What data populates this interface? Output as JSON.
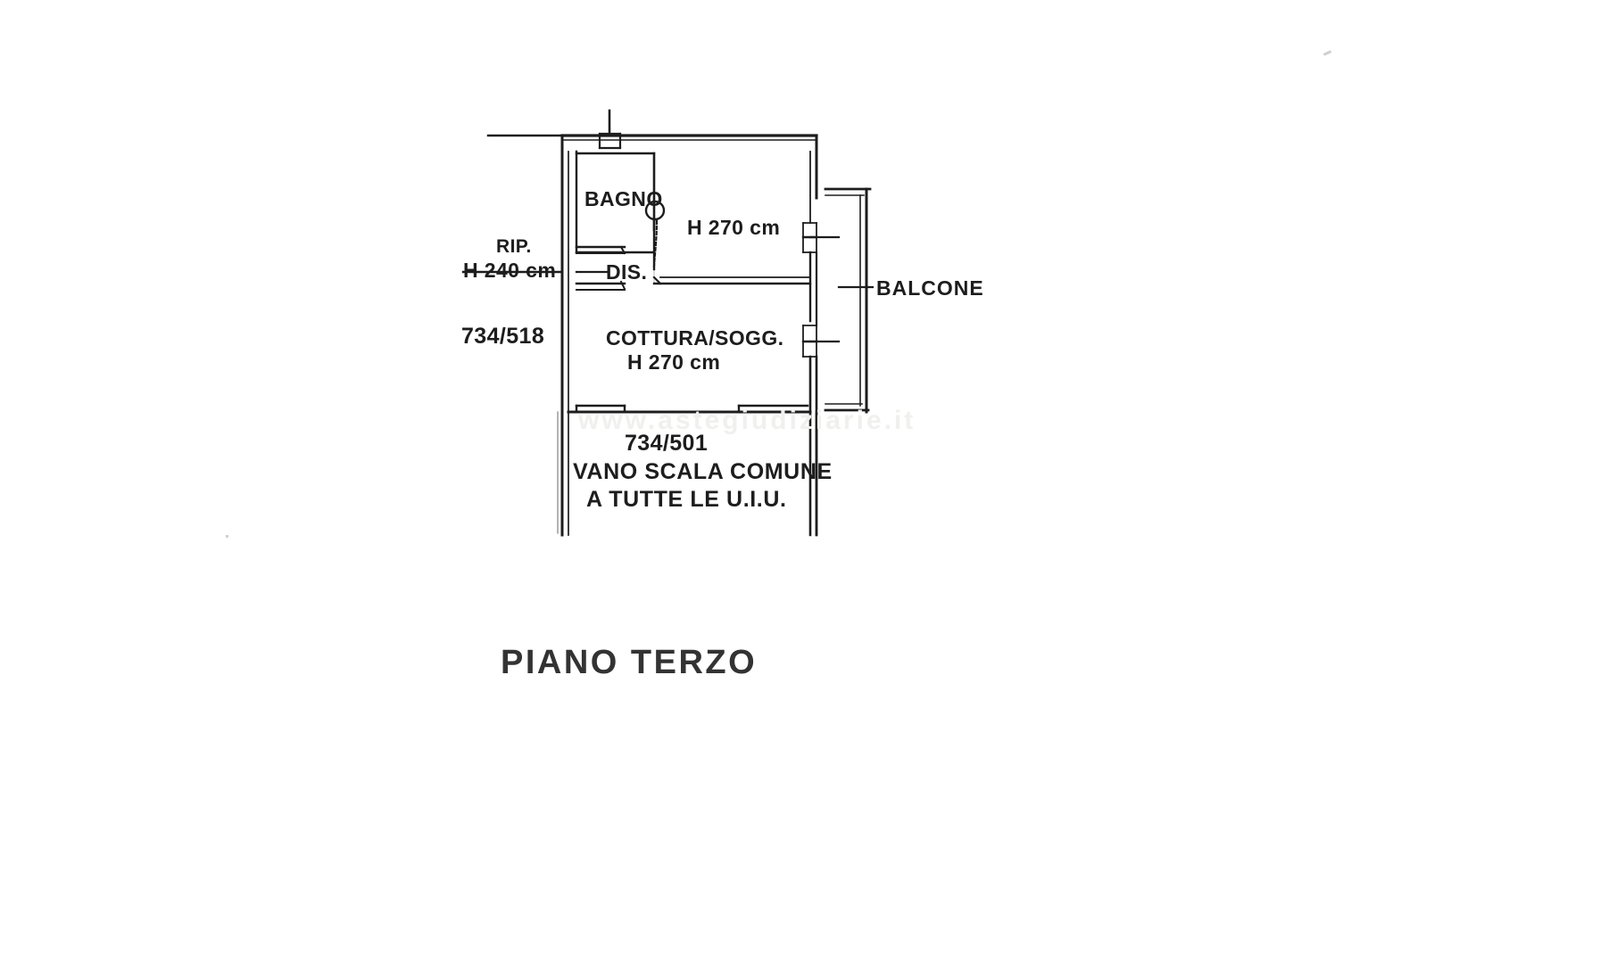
{
  "document": {
    "type": "architectural-floor-plan",
    "title": "PIANO TERZO",
    "language": "it"
  },
  "rooms": [
    {
      "id": "bagno",
      "label": "BAGNO",
      "height_label": ""
    },
    {
      "id": "rip",
      "label": "RIP.",
      "height_label": "H 240 cm"
    },
    {
      "id": "dis",
      "label": "DIS.",
      "height_label": ""
    },
    {
      "id": "soggiorno",
      "label": "",
      "height_label": "H 270 cm"
    },
    {
      "id": "cottura",
      "label": "COTTURA/SOGG.",
      "height_label": "H 270 cm"
    },
    {
      "id": "balcone",
      "label": "BALCONE",
      "height_label": ""
    }
  ],
  "labels": {
    "bagno": "BAGNO",
    "h270_top": "H 270 cm",
    "rip": "RIP.",
    "h240": "H 240 cm",
    "dis": "DIS.",
    "cottura": "COTTURA/SOGG.",
    "h270_bottom": "H 270 cm",
    "balcone": "BALCONE",
    "cadastral_unit": "734/518",
    "stairwell_unit": "734/501",
    "stairwell_line1": "VANO SCALA COMUNE",
    "stairwell_line2": "A TUTTE LE U.I.U.",
    "title": "PIANO TERZO"
  },
  "watermark": {
    "text": "www.astegiudiziarie.it"
  },
  "colors": {
    "ink": "#1d1d1d",
    "paper": "#ffffff",
    "title_ink": "#333333",
    "watermark": "#f0f0ee"
  }
}
